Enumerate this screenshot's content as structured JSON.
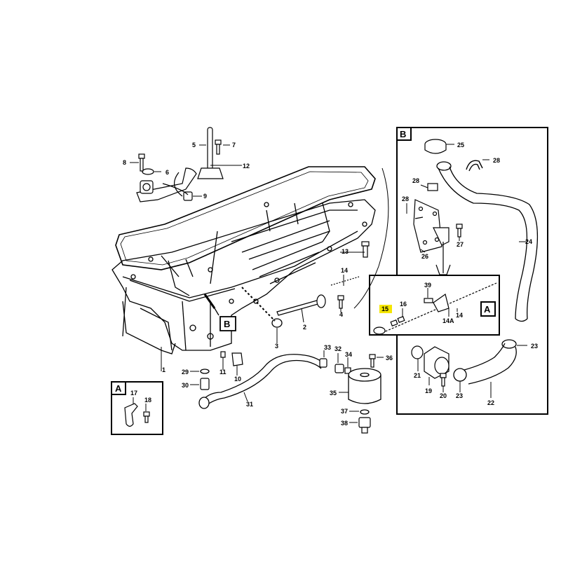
{
  "callouts": {
    "c1": "1",
    "c2": "2",
    "c3": "3",
    "c4": "4",
    "c5": "5",
    "c6": "6",
    "c7": "7",
    "c8": "8",
    "c9": "9",
    "c10": "10",
    "c11": "11",
    "c12": "12",
    "c13": "13",
    "c14": "14",
    "c14a": "14A",
    "c15": "15",
    "c16": "16",
    "c17": "17",
    "c18": "18",
    "c19": "19",
    "c20": "20",
    "c21": "21",
    "c22": "22",
    "c23a": "23",
    "c23b": "23",
    "c24": "24",
    "c25": "25",
    "c26": "26",
    "c27": "27",
    "c28a": "28",
    "c28b": "28",
    "c29": "29",
    "c30": "30",
    "c31": "31",
    "c32": "32",
    "c33": "33",
    "c34": "34",
    "c35": "35",
    "c36": "36",
    "c37": "37",
    "c38": "38",
    "c39": "39"
  },
  "boxes": {
    "b_main": "B",
    "b_inset": "B",
    "a_inset": "A",
    "a_small": "A"
  },
  "highlight_color": "#f5e600"
}
